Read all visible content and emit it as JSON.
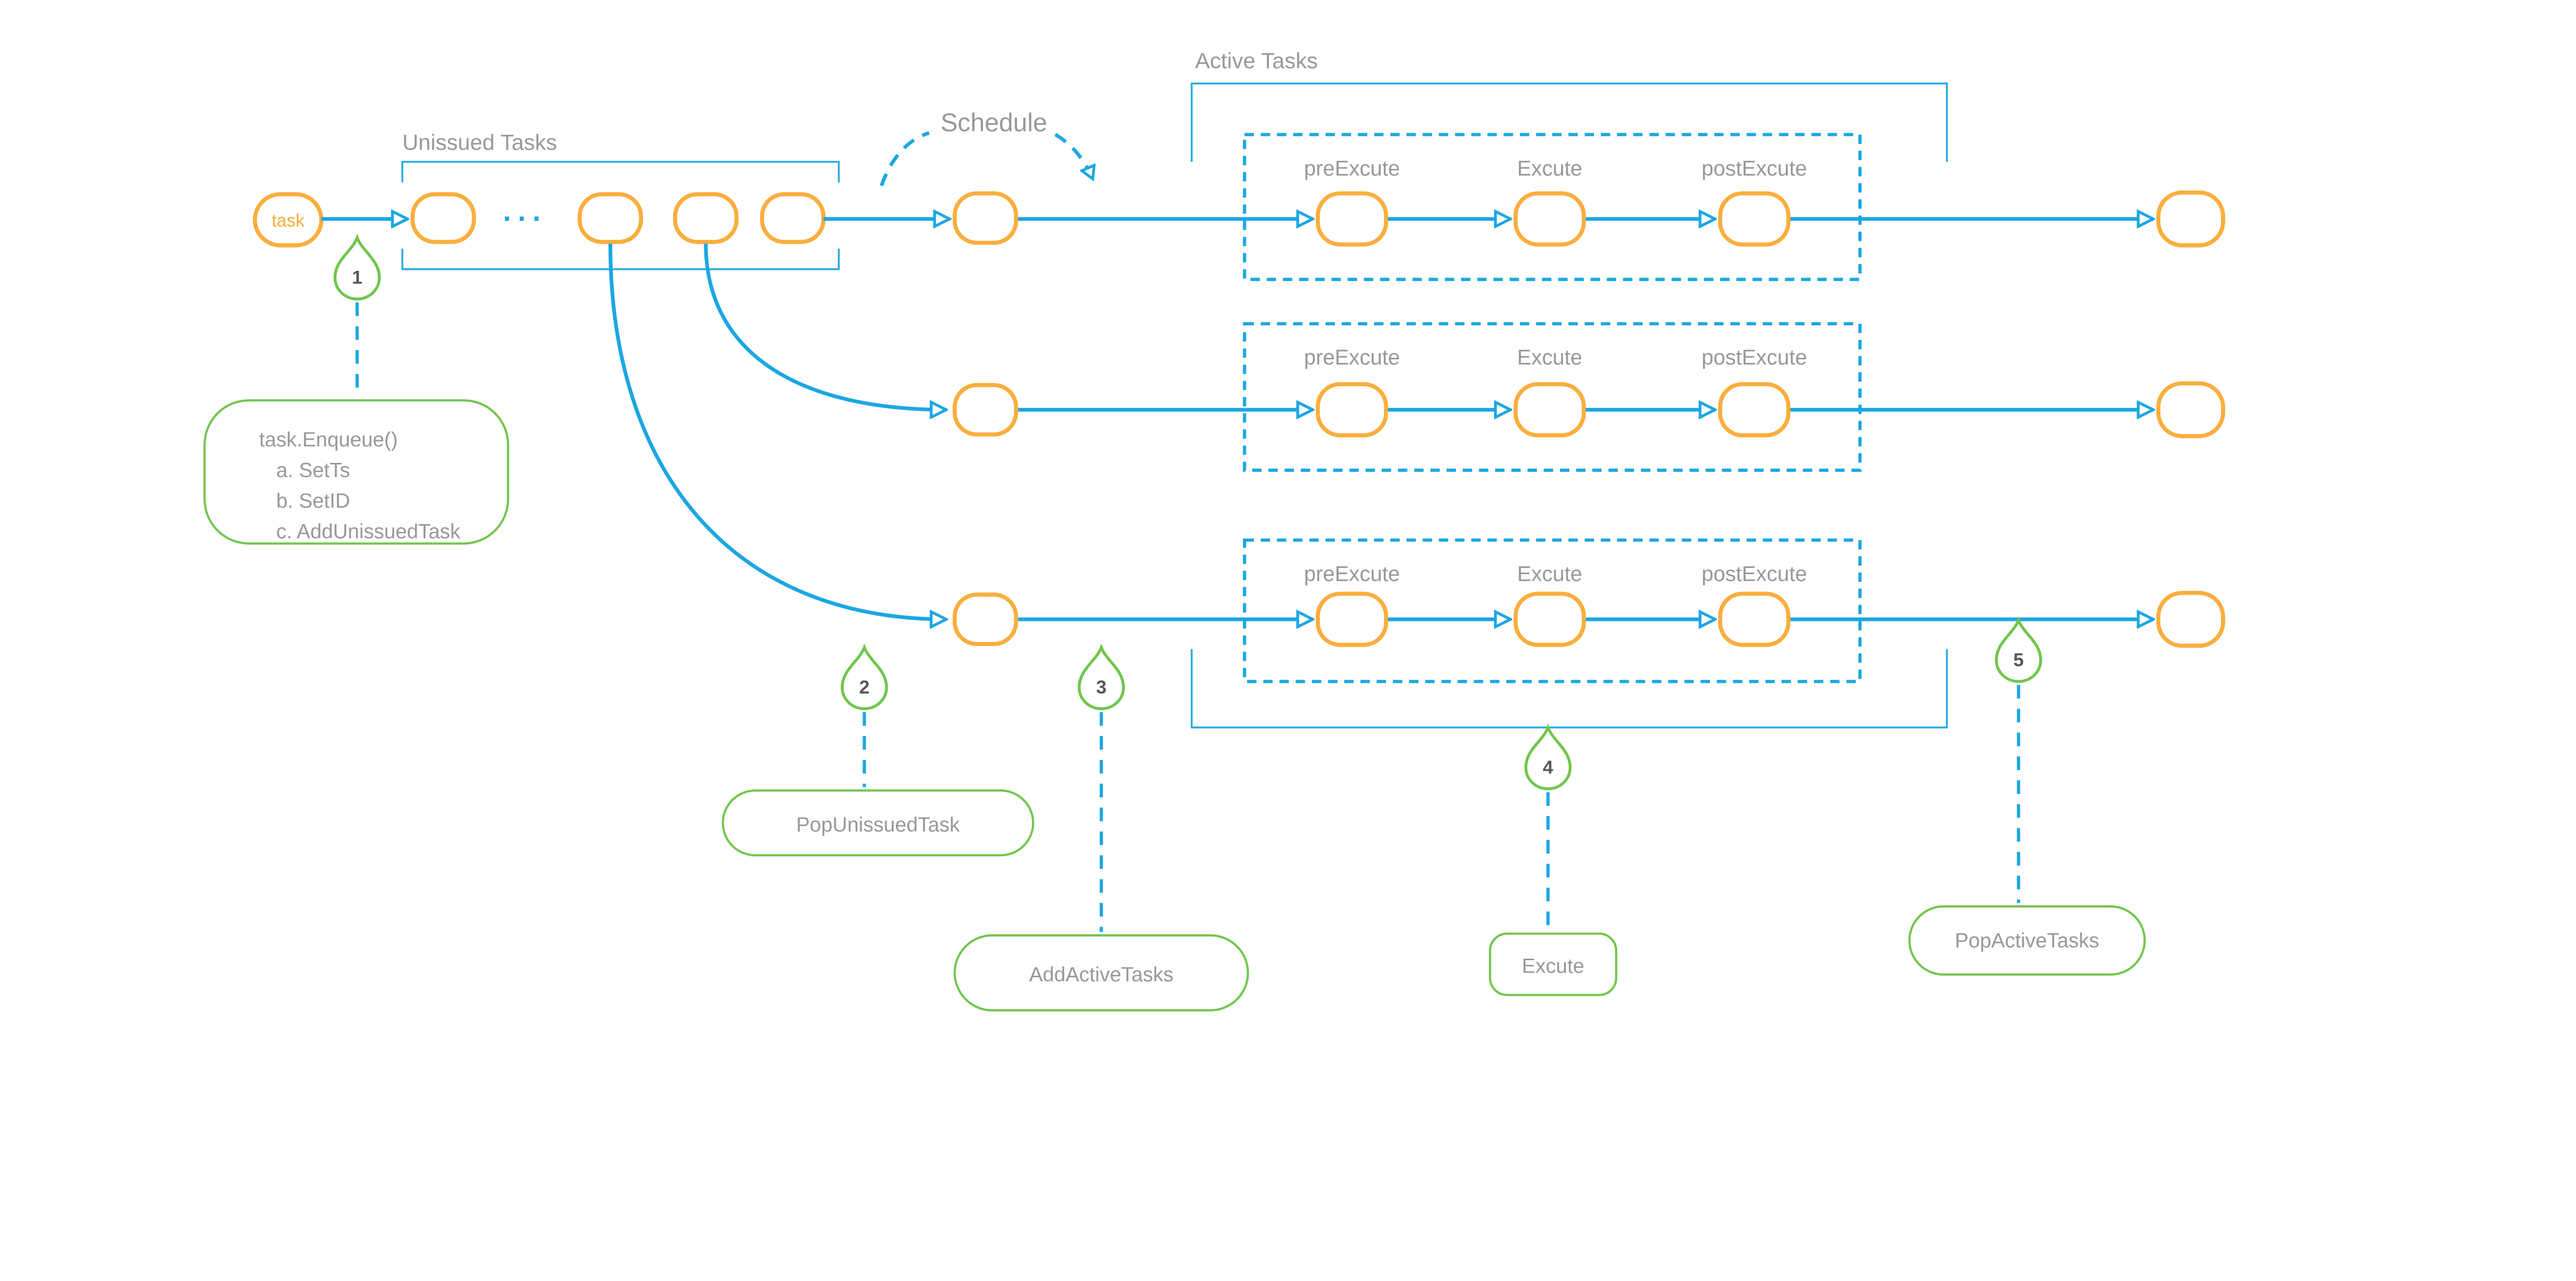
{
  "diagram": {
    "task_node": {
      "label": "task"
    },
    "unissued": {
      "title": "Unissued Tasks",
      "ellipsis": "···"
    },
    "schedule": {
      "label": "Schedule"
    },
    "active": {
      "title": "Active Tasks"
    },
    "stage_labels": [
      "preExcute",
      "Excute",
      "postExcute"
    ],
    "markers": [
      {
        "number": "1"
      },
      {
        "number": "2"
      },
      {
        "number": "3"
      },
      {
        "number": "4"
      },
      {
        "number": "5"
      }
    ],
    "callouts": {
      "enqueue": {
        "title": "task.Enqueue()",
        "steps": [
          "a. SetTs",
          "b. SetID",
          "c. AddUnissuedTask"
        ]
      },
      "pop_unissued": {
        "label": "PopUnissuedTask"
      },
      "add_active": {
        "label": "AddActiveTasks"
      },
      "excute": {
        "label": "Excute"
      },
      "pop_active": {
        "label": "PopActiveTasks"
      }
    },
    "colors": {
      "line_blue": "#1CA7E2",
      "node_orange": "#FAAE3D",
      "annotation_green": "#72C64E",
      "text_gray": "#96999C"
    }
  }
}
